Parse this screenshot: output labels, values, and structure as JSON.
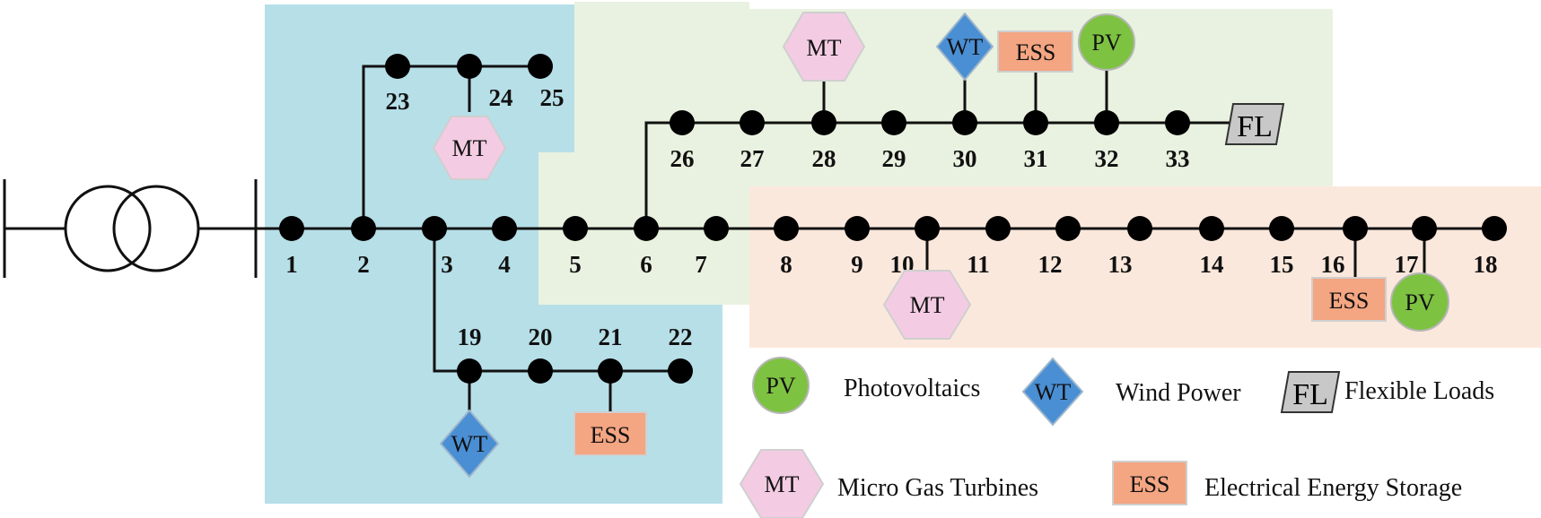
{
  "nodes": [
    "1",
    "2",
    "3",
    "4",
    "5",
    "6",
    "7",
    "8",
    "9",
    "10",
    "11",
    "12",
    "13",
    "14",
    "15",
    "16",
    "17",
    "18",
    "19",
    "20",
    "21",
    "22",
    "23",
    "24",
    "25",
    "26",
    "27",
    "28",
    "29",
    "30",
    "31",
    "32",
    "33"
  ],
  "devices": {
    "pv": "PV",
    "wt": "WT",
    "mt": "MT",
    "ess": "ESS",
    "fl": "FL"
  },
  "legend": {
    "pv": "Photovoltaics",
    "wt": "Wind Power",
    "fl": "Flexible Loads",
    "mt": "Micro Gas Turbines",
    "ess": "Electrical Energy Storage"
  },
  "colors": {
    "zone_blue": "#b7dfe8",
    "zone_green": "#e9f2e0",
    "zone_orange": "#fbe8dc",
    "pv": "#7ec242",
    "wt": "#4a8fd4",
    "mt": "#f3cce3",
    "ess": "#f4a582",
    "fl": "#c8c8c8"
  }
}
